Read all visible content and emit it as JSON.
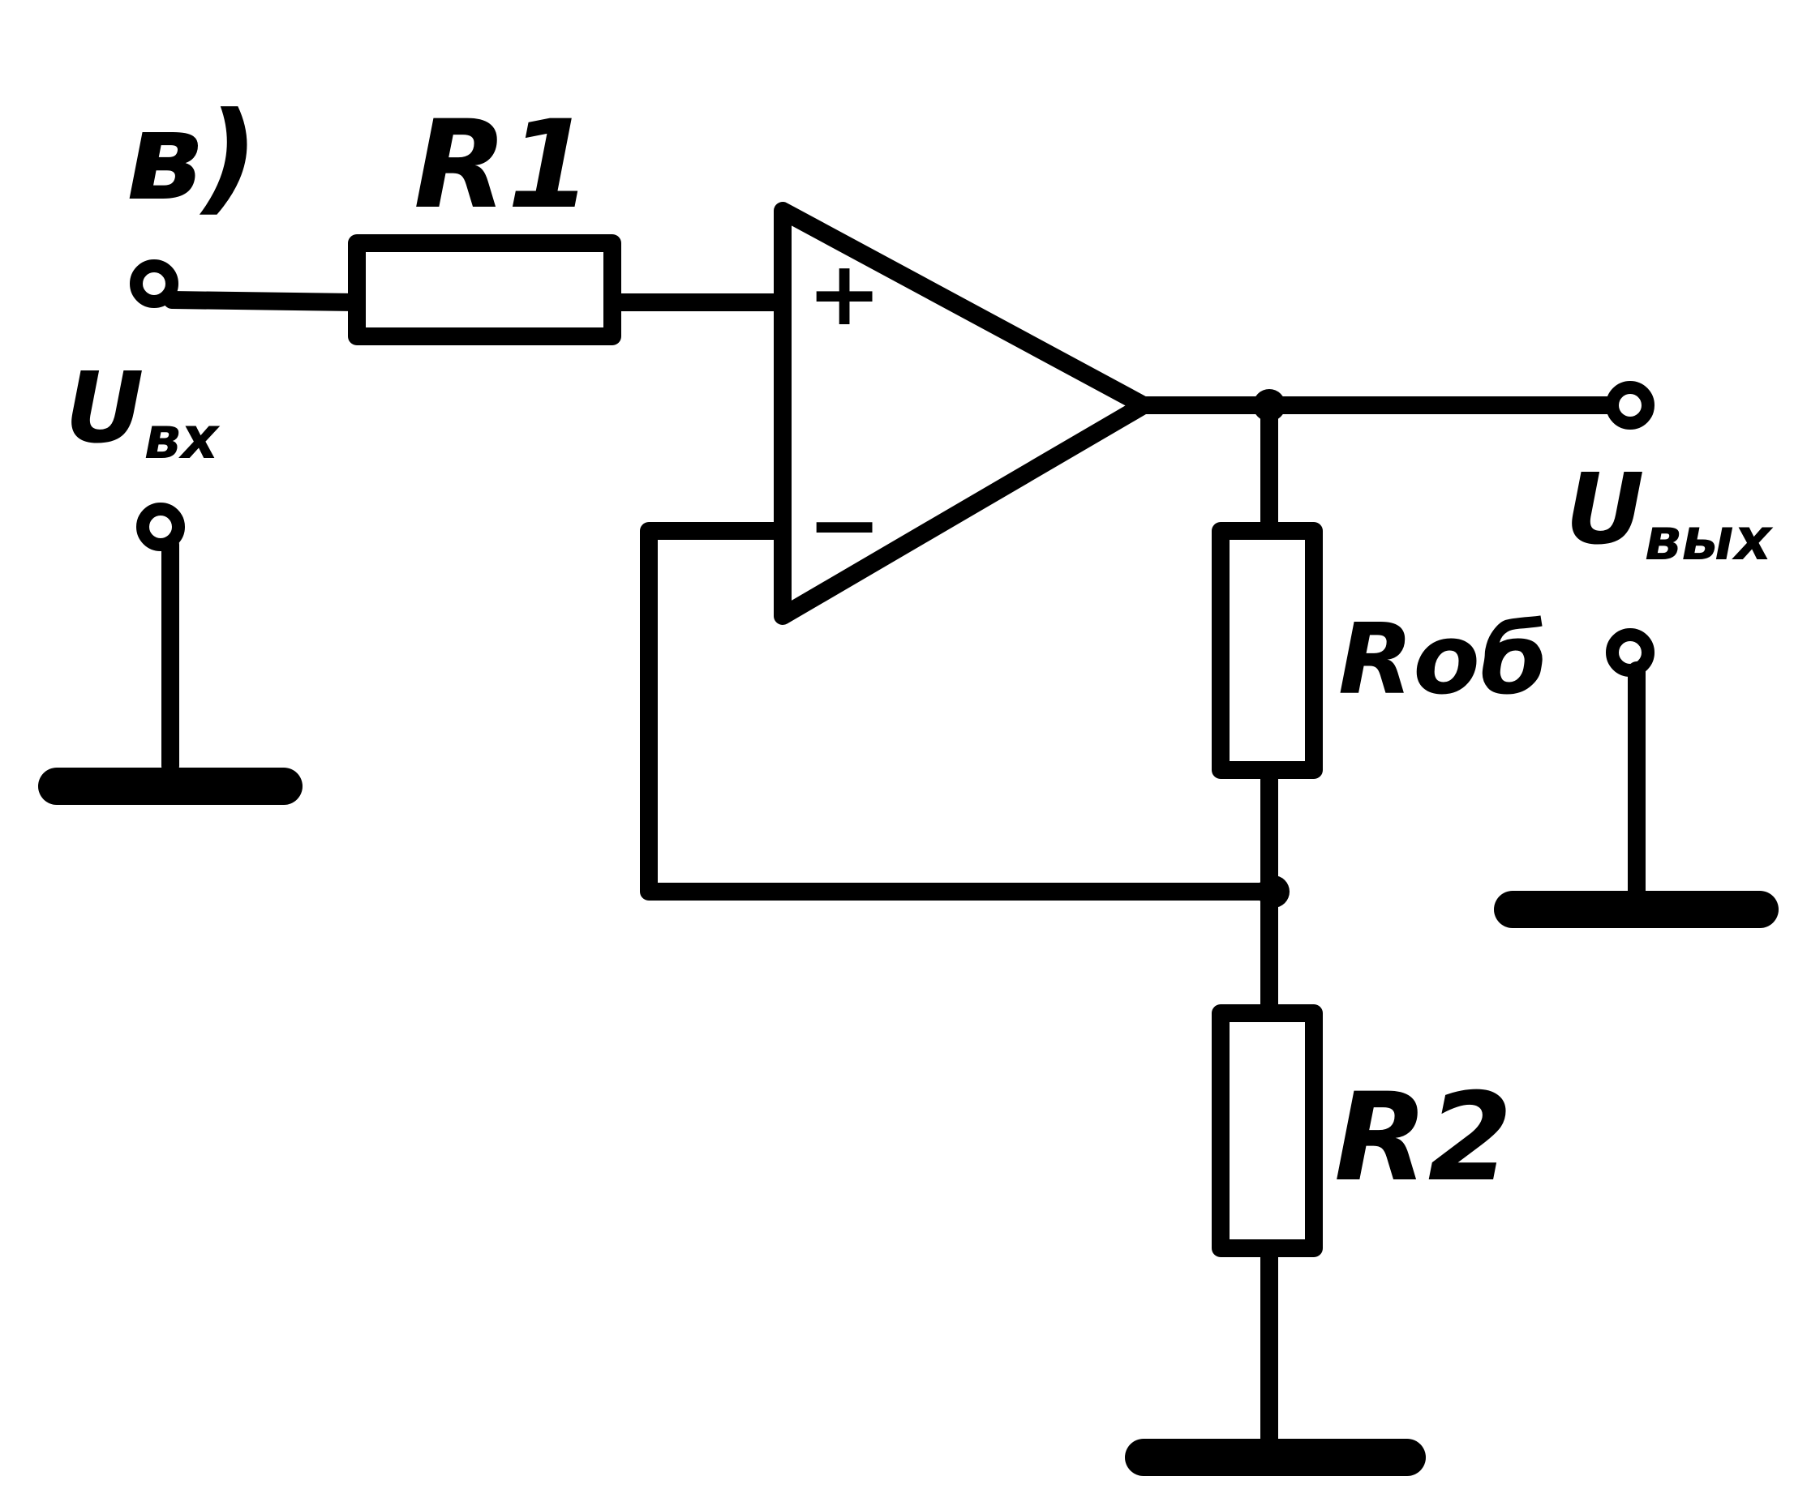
{
  "figure": {
    "panel_label": "в)"
  },
  "labels": {
    "r1": "R1",
    "r_feedback": "Rоб",
    "r2": "R2",
    "plus": "+",
    "minus": "−"
  },
  "terminals": {
    "input": {
      "symbol": "U",
      "subscript": "вх"
    },
    "output": {
      "symbol": "U",
      "subscript": "вых"
    }
  }
}
